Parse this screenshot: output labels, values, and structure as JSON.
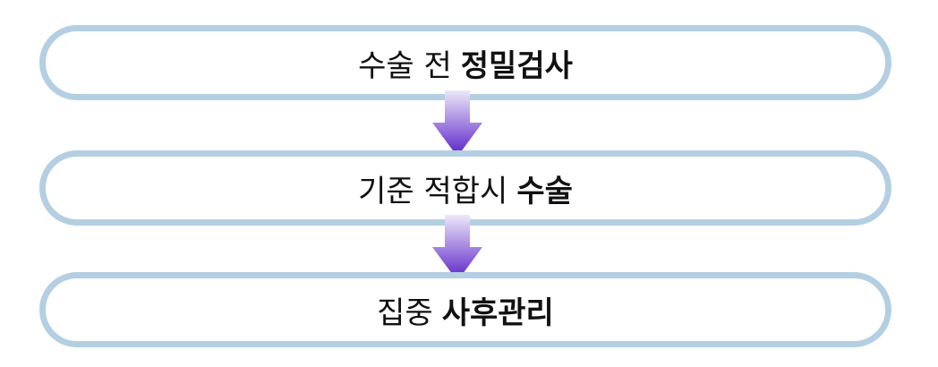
{
  "steps": [
    {
      "light": "수술 전",
      "bold": "정밀검사"
    },
    {
      "light": "기준 적합시",
      "bold": "수술"
    },
    {
      "light": "집중",
      "bold": "사후관리"
    }
  ],
  "colors": {
    "box_border": "#b4cfe2",
    "arrow_top": "#e8e4f8",
    "arrow_bottom": "#5a1fc7"
  }
}
